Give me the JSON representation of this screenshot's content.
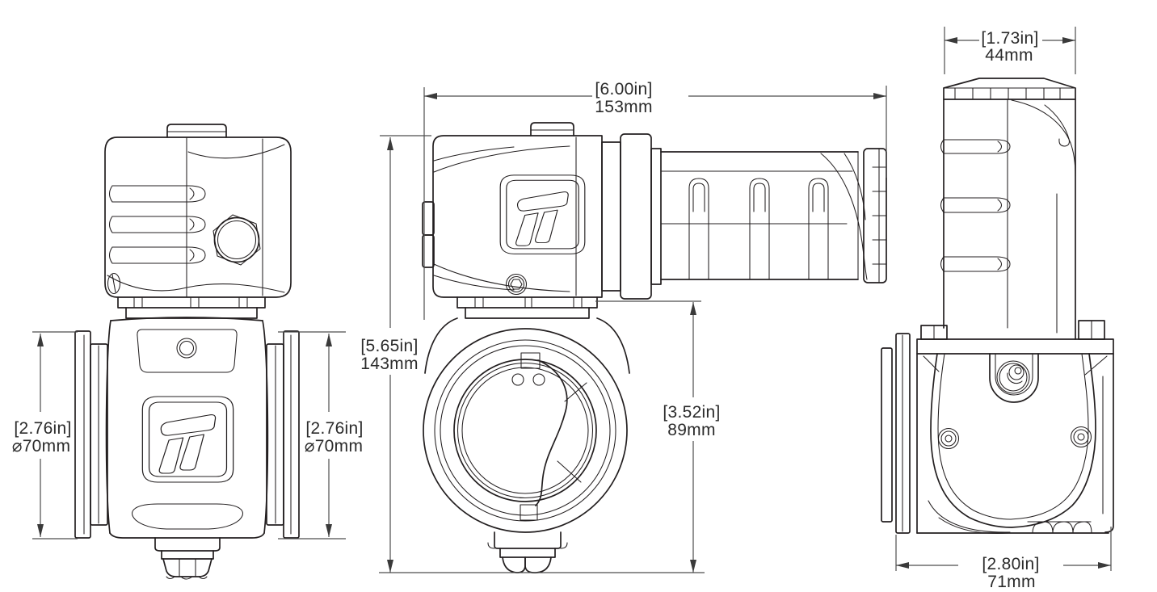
{
  "drawing": {
    "kind": "engineering-dimension-drawing",
    "colors": {
      "line": "#231f20",
      "dimension": "#4d4d4d",
      "background": "#ffffff"
    },
    "dims": {
      "side_od_left": {
        "inches": "[2.76in]",
        "metric": "⌀70mm"
      },
      "side_od_right": {
        "inches": "[2.76in]",
        "metric": "⌀70mm"
      },
      "overall_length": {
        "inches": "[6.00in]",
        "metric": "153mm"
      },
      "overall_height": {
        "inches": "[5.65in]",
        "metric": "143mm"
      },
      "body_height": {
        "inches": "[3.52in]",
        "metric": "89mm"
      },
      "cap_width": {
        "inches": "[1.73in]",
        "metric": "44mm"
      },
      "body_width": {
        "inches": "[2.80in]",
        "metric": "71mm"
      }
    }
  }
}
